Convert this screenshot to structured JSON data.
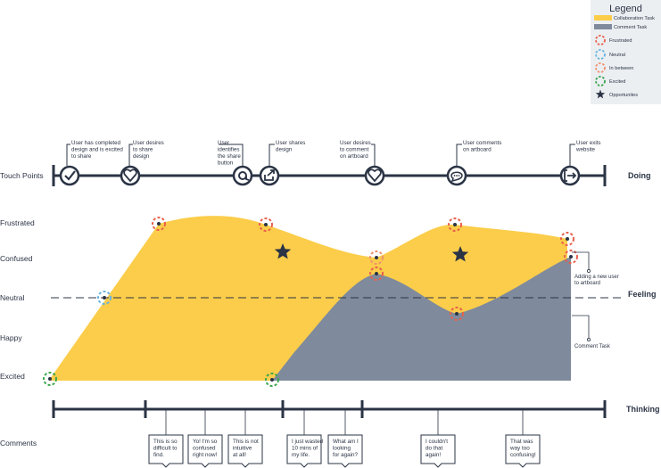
{
  "colors": {
    "collab": "#fbcd4a",
    "comment": "#7f8a9c",
    "dark": "#2b3445",
    "frustrated": "#e8604c",
    "neutral": "#67b4df",
    "between": "#f0916f",
    "excited": "#3aa54b",
    "legend_bg": "#eceff2"
  },
  "legend": {
    "title": "Legend",
    "items": [
      {
        "label": "Collaboration Task",
        "kind": "bar",
        "color": "#fbcd4a"
      },
      {
        "label": "Comment Task",
        "kind": "bar",
        "color": "#7f8a9c"
      },
      {
        "label": "Frustrated",
        "kind": "ring",
        "color": "#e8604c"
      },
      {
        "label": "Neutral",
        "kind": "ring",
        "color": "#67b4df"
      },
      {
        "label": "In between",
        "kind": "ring",
        "color": "#f0916f"
      },
      {
        "label": "Excited",
        "kind": "ring",
        "color": "#3aa54b"
      },
      {
        "label": "Opportunites",
        "kind": "star",
        "color": "#2b3445"
      }
    ]
  },
  "row_labels": {
    "touch_points": "Touch Points",
    "frustrated": "Frustrated",
    "confused": "Confused",
    "neutral": "Neutral",
    "happy": "Happy",
    "excited": "Excited",
    "comments": "Comments"
  },
  "side_labels": {
    "doing": "Doing",
    "feeling": "Feeling",
    "thinking": "Thinking"
  },
  "touch_points": [
    {
      "icon": "check-icon",
      "caption": [
        "User has completed",
        "design and is excited",
        "to share"
      ]
    },
    {
      "icon": "heart-icon",
      "caption": [
        "User desires",
        "to share",
        "design"
      ]
    },
    {
      "icon": "at-sign-icon",
      "caption": [
        "User",
        "identifies",
        "the share",
        "button"
      ]
    },
    {
      "icon": "share-icon",
      "caption": [
        "User shares",
        "design"
      ]
    },
    {
      "icon": "heart-icon",
      "caption": [
        "User desires",
        "to comment",
        "on artboard"
      ]
    },
    {
      "icon": "chat-bubble-icon",
      "caption": [
        "User comments",
        "on artboard"
      ]
    },
    {
      "icon": "exit-icon",
      "caption": [
        "User exits",
        "website"
      ]
    }
  ],
  "annotations": {
    "new_user": [
      "Adding a new user",
      "to artboard"
    ],
    "comment_task": [
      "Comment Task"
    ]
  },
  "comments": [
    [
      "This is so",
      "difficult to",
      "find."
    ],
    [
      "Yo! I'm so",
      "confused",
      "right now!"
    ],
    [
      "This is not",
      "intuitive",
      "at all!"
    ],
    [
      "I just wasted",
      "10 mins of",
      "my life."
    ],
    [
      "What am I",
      "looking",
      "for again?"
    ],
    [
      "I couldn't",
      "do that",
      "again!"
    ],
    [
      "That was",
      "way too",
      "confusing!"
    ]
  ]
}
